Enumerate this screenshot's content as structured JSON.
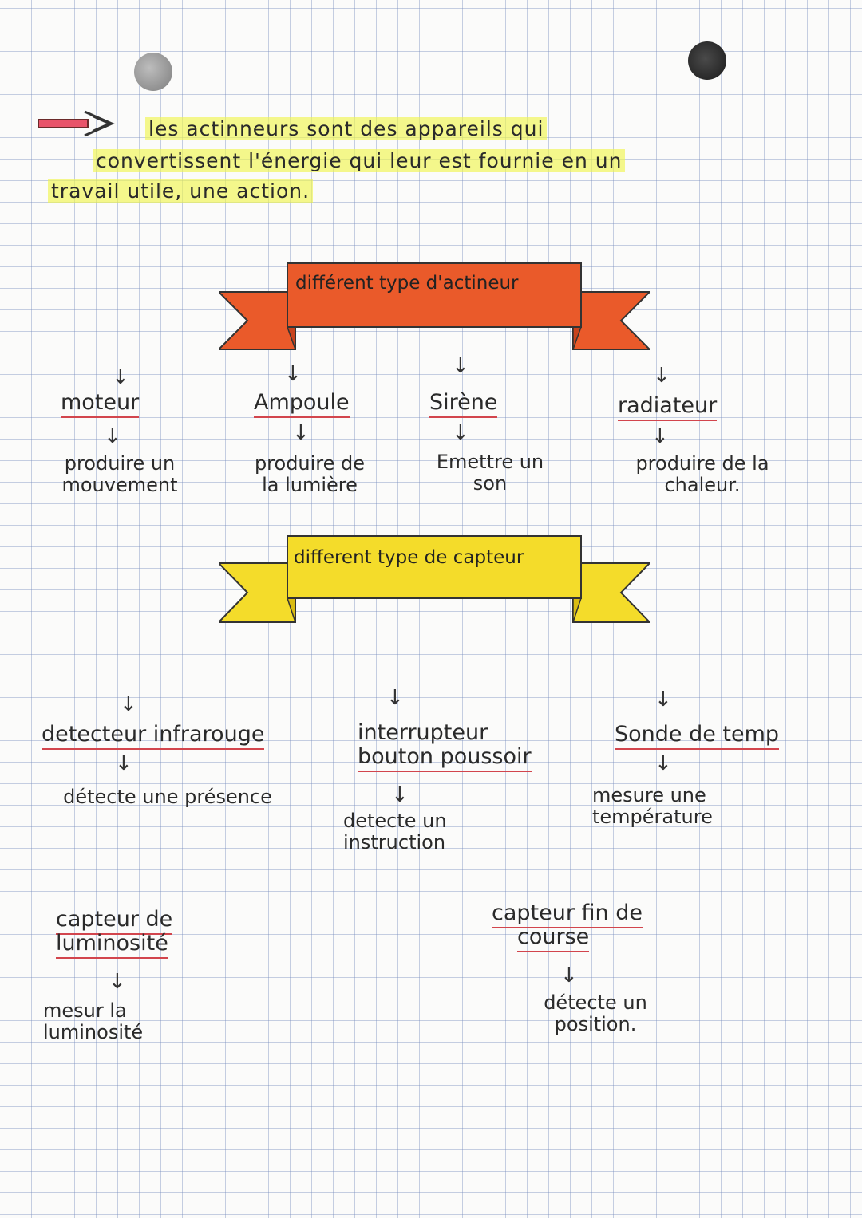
{
  "intro": {
    "line1": "les actinneurs sont des appareils qui",
    "line2": "convertissent l'énergie qui leur est fournie en un",
    "line3": "travail utile, une action."
  },
  "banners": {
    "actuators": {
      "title": "différent type d'actineur",
      "color": "#ea5a2a",
      "fold_color": "#c8431d"
    },
    "sensors": {
      "title": "different type de capteur",
      "color": "#f4dc2a",
      "fold_color": "#d9bb12"
    }
  },
  "actuators": [
    {
      "name": "moteur",
      "desc": [
        "produire un",
        "mouvement"
      ]
    },
    {
      "name": "Ampoule",
      "desc": [
        "produire de",
        "la lumière"
      ]
    },
    {
      "name": "Sirène",
      "desc": [
        "Emettre un",
        "son"
      ]
    },
    {
      "name": "radiateur",
      "desc": [
        "produire de la",
        "chaleur."
      ]
    }
  ],
  "sensors": [
    {
      "name": [
        "detecteur infrarouge"
      ],
      "desc": [
        "détecte une présence"
      ]
    },
    {
      "name": [
        "interrupteur",
        "bouton poussoir"
      ],
      "desc": [
        "detecte un",
        "instruction"
      ]
    },
    {
      "name": [
        "Sonde de temp"
      ],
      "desc": [
        "mesure une",
        "température"
      ]
    },
    {
      "name": [
        "capteur de",
        "luminosité"
      ],
      "desc": [
        "mesur la",
        "luminosité"
      ]
    },
    {
      "name": [
        "capteur fin de",
        "course"
      ],
      "desc": [
        "détecte un",
        "position."
      ]
    }
  ],
  "icons": {
    "arrow_down": "↓",
    "arrow_right": "⇒"
  }
}
